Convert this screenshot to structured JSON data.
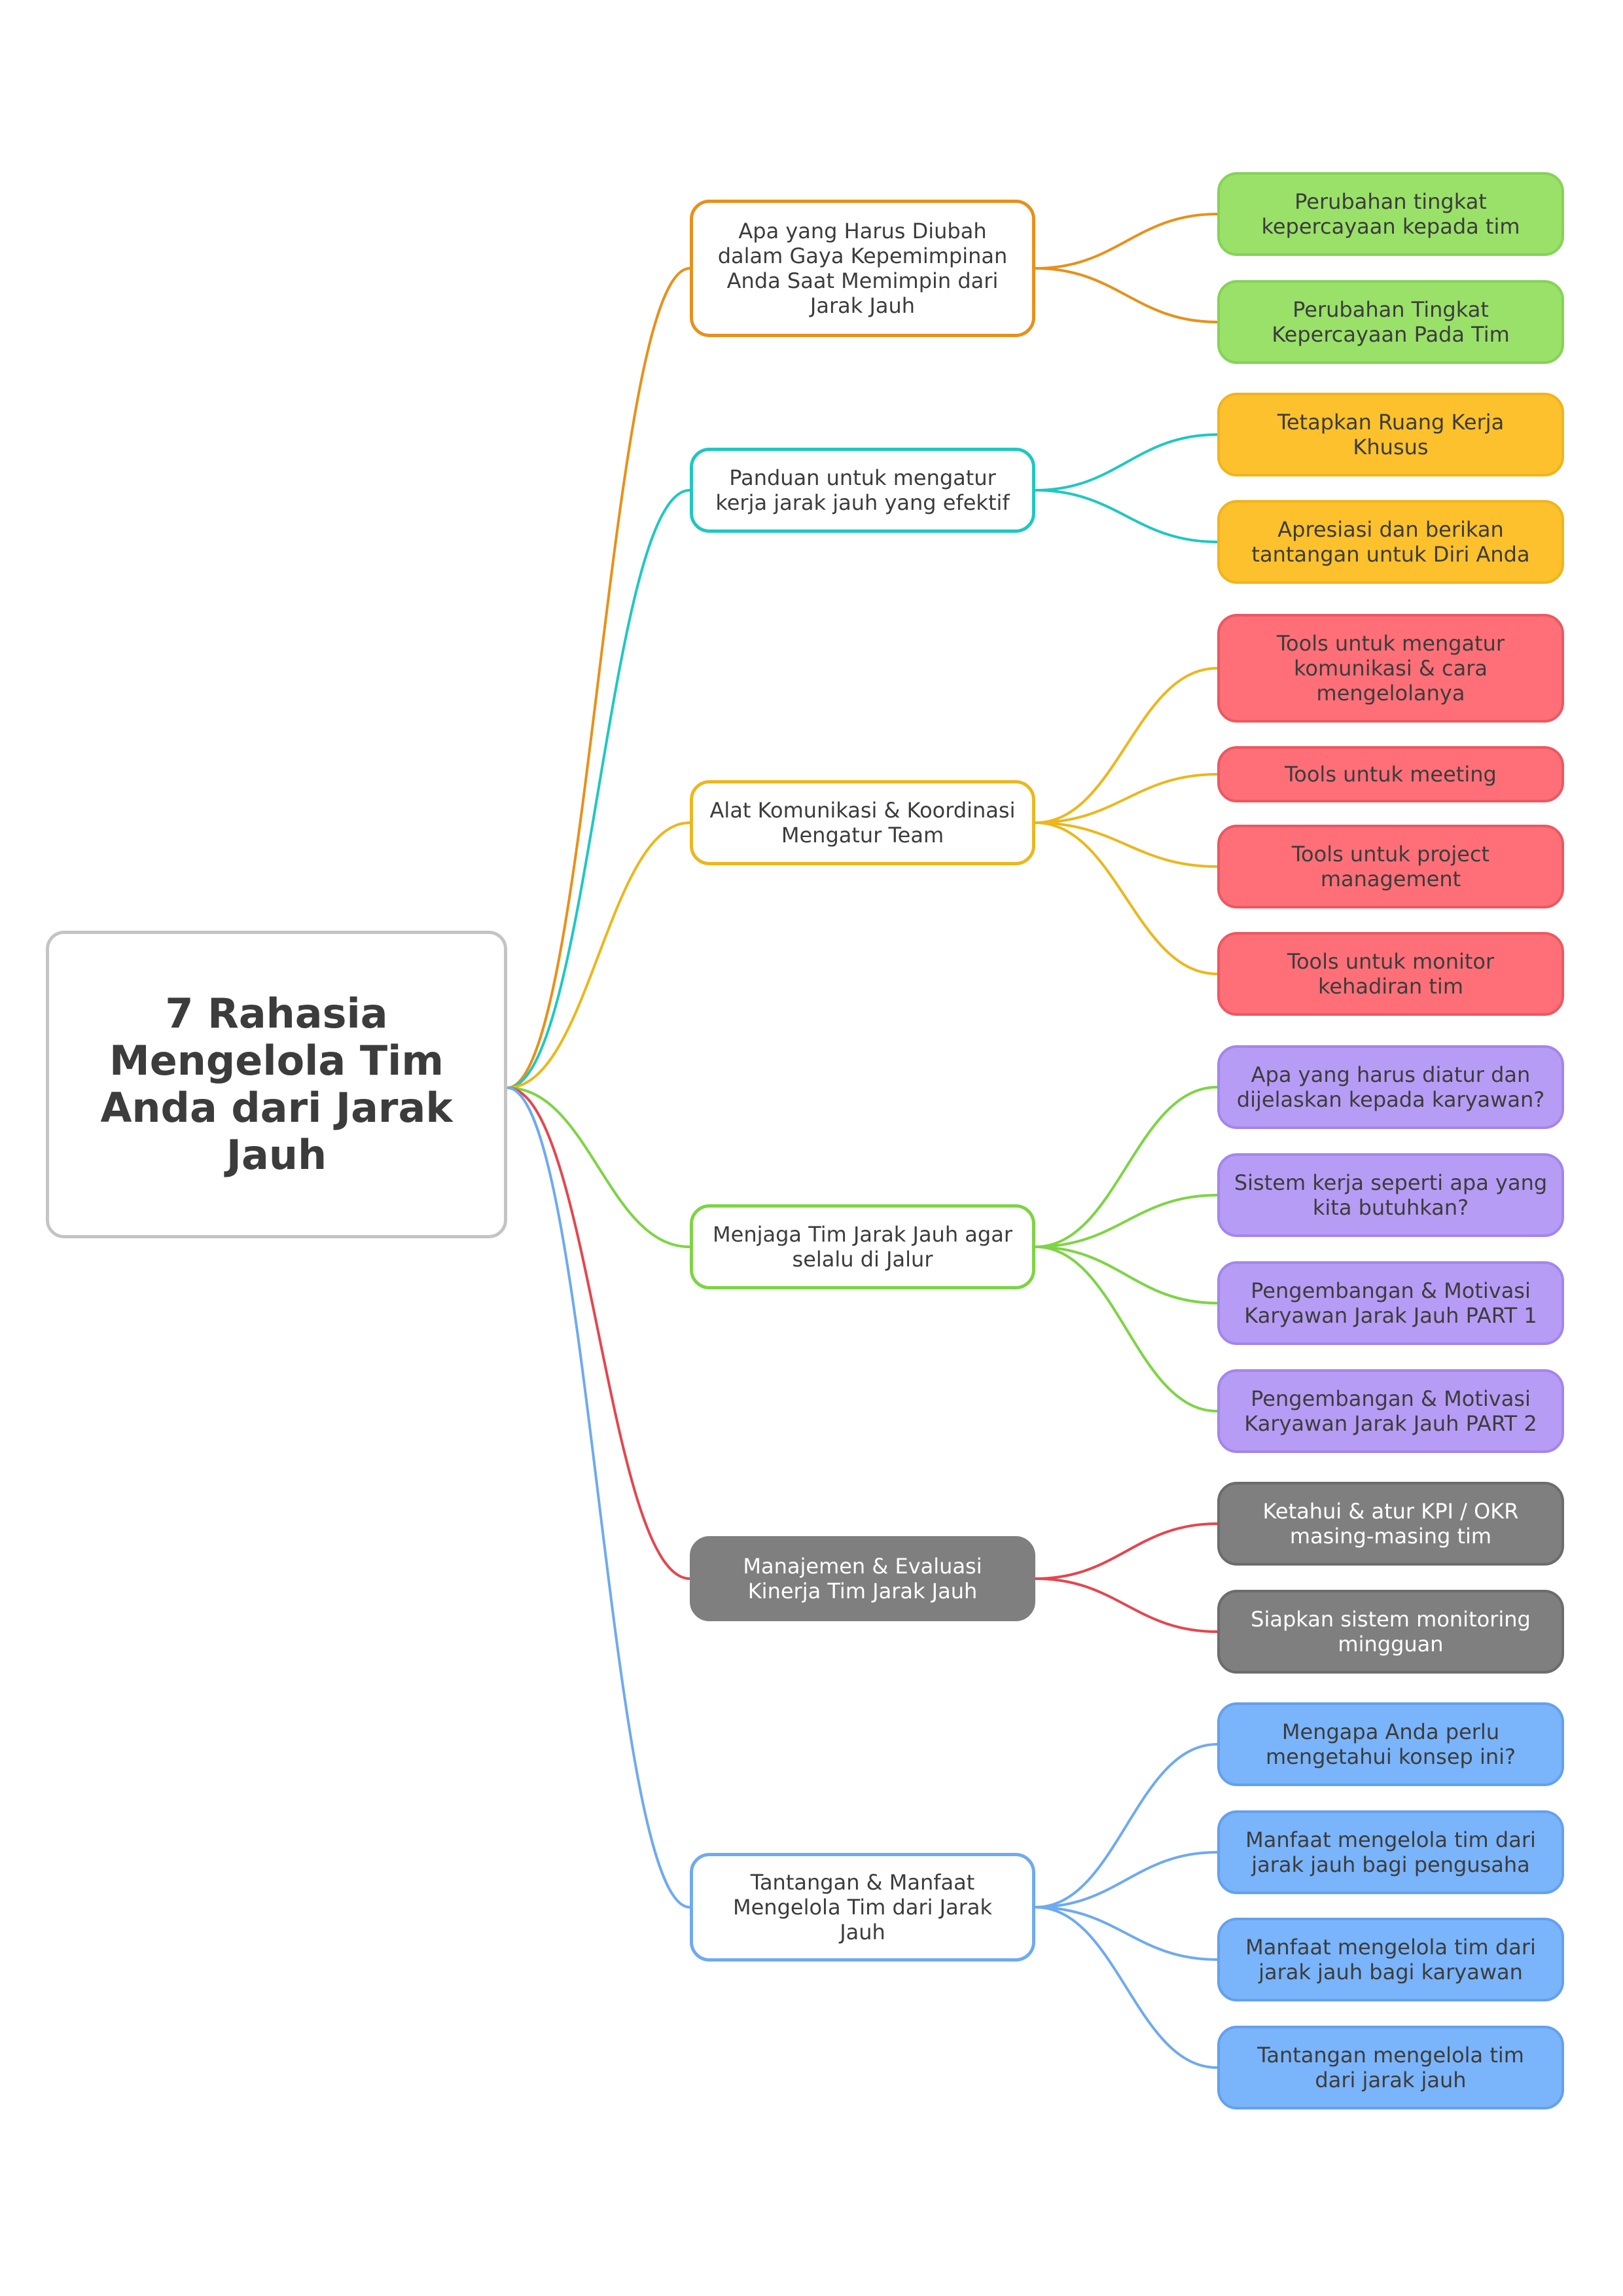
{
  "root": {
    "title": "7 Rahasia Mengelola Tim Anda dari Jarak Jauh"
  },
  "branches": [
    {
      "label": "Apa yang Harus Diubah\ndalam Gaya Kepemimpinan\nAnda Saat Memimpin dari\nJarak Jauh",
      "color": "#e8901a",
      "fill": "#ffffff",
      "text_color": "#3c3c3c",
      "leaf_color": "#9ae16a",
      "leaf_border": "#86d257",
      "leaf_text": "#3c3c3c",
      "children": [
        "Perubahan tingkat\nkepercayaan kepada tim",
        "Perubahan Tingkat\nKepercayaan Pada Tim"
      ]
    },
    {
      "label": "Panduan untuk mengatur\nkerja jarak jauh yang efektif",
      "color": "#1ec8c0",
      "fill": "#ffffff",
      "text_color": "#3c3c3c",
      "leaf_color": "#fcc12c",
      "leaf_border": "#f0b41e",
      "leaf_text": "#3c3c3c",
      "children": [
        "Tetapkan Ruang Kerja\nKhusus",
        "Apresiasi dan berikan\ntantangan untuk Diri Anda"
      ]
    },
    {
      "label": "Alat Komunikasi & Koordinasi\nMengatur Team",
      "color": "#ecb71c",
      "fill": "#ffffff",
      "text_color": "#3c3c3c",
      "leaf_color": "#ff6f78",
      "leaf_border": "#ec5862",
      "leaf_text": "#3c3c3c",
      "children": [
        "Tools untuk mengatur\nkomunikasi & cara\nmengelolanya",
        "Tools untuk meeting",
        "Tools untuk project\nmanagement",
        "Tools untuk monitor\nkehadiran tim"
      ]
    },
    {
      "label": "Menjaga Tim Jarak Jauh agar\nselalu di Jalur",
      "color": "#7dd444",
      "fill": "#ffffff",
      "text_color": "#3c3c3c",
      "leaf_color": "#b79cf6",
      "leaf_border": "#a286ec",
      "leaf_text": "#3c3c3c",
      "children": [
        "Apa yang harus diatur dan\ndijelaskan kepada karyawan?",
        "Sistem kerja seperti apa yang\nkita butuhkan?",
        "Pengembangan & Motivasi\nKaryawan Jarak Jauh PART 1",
        "Pengembangan & Motivasi\nKaryawan Jarak Jauh PART 2"
      ]
    },
    {
      "label": "Manajemen & Evaluasi\nKinerja Tim Jarak Jauh",
      "color": "#e4464e",
      "fill": "#7f7f7f",
      "text_color": "#ffffff",
      "leaf_color": "#7f7f7f",
      "leaf_border": "#6c6c6c",
      "leaf_text": "#ffffff",
      "children": [
        "Ketahui & atur KPI / OKR\nmasing-masing tim",
        "Siapkan sistem monitoring\nmingguan"
      ]
    },
    {
      "label": "Tantangan & Manfaat\nMengelola Tim dari Jarak\nJauh",
      "color": "#6eaaf0",
      "fill": "#ffffff",
      "text_color": "#3c3c3c",
      "leaf_color": "#7ab4fa",
      "leaf_border": "#64a0ee",
      "leaf_text": "#3c3c3c",
      "children": [
        "Mengapa Anda perlu\nmengetahui konsep ini?",
        "Manfaat mengelola tim dari\njarak jauh bagi pengusaha",
        "Manfaat mengelola tim dari\njarak jauh bagi karyawan",
        "Tantangan mengelola tim\ndari jarak jauh"
      ]
    }
  ]
}
